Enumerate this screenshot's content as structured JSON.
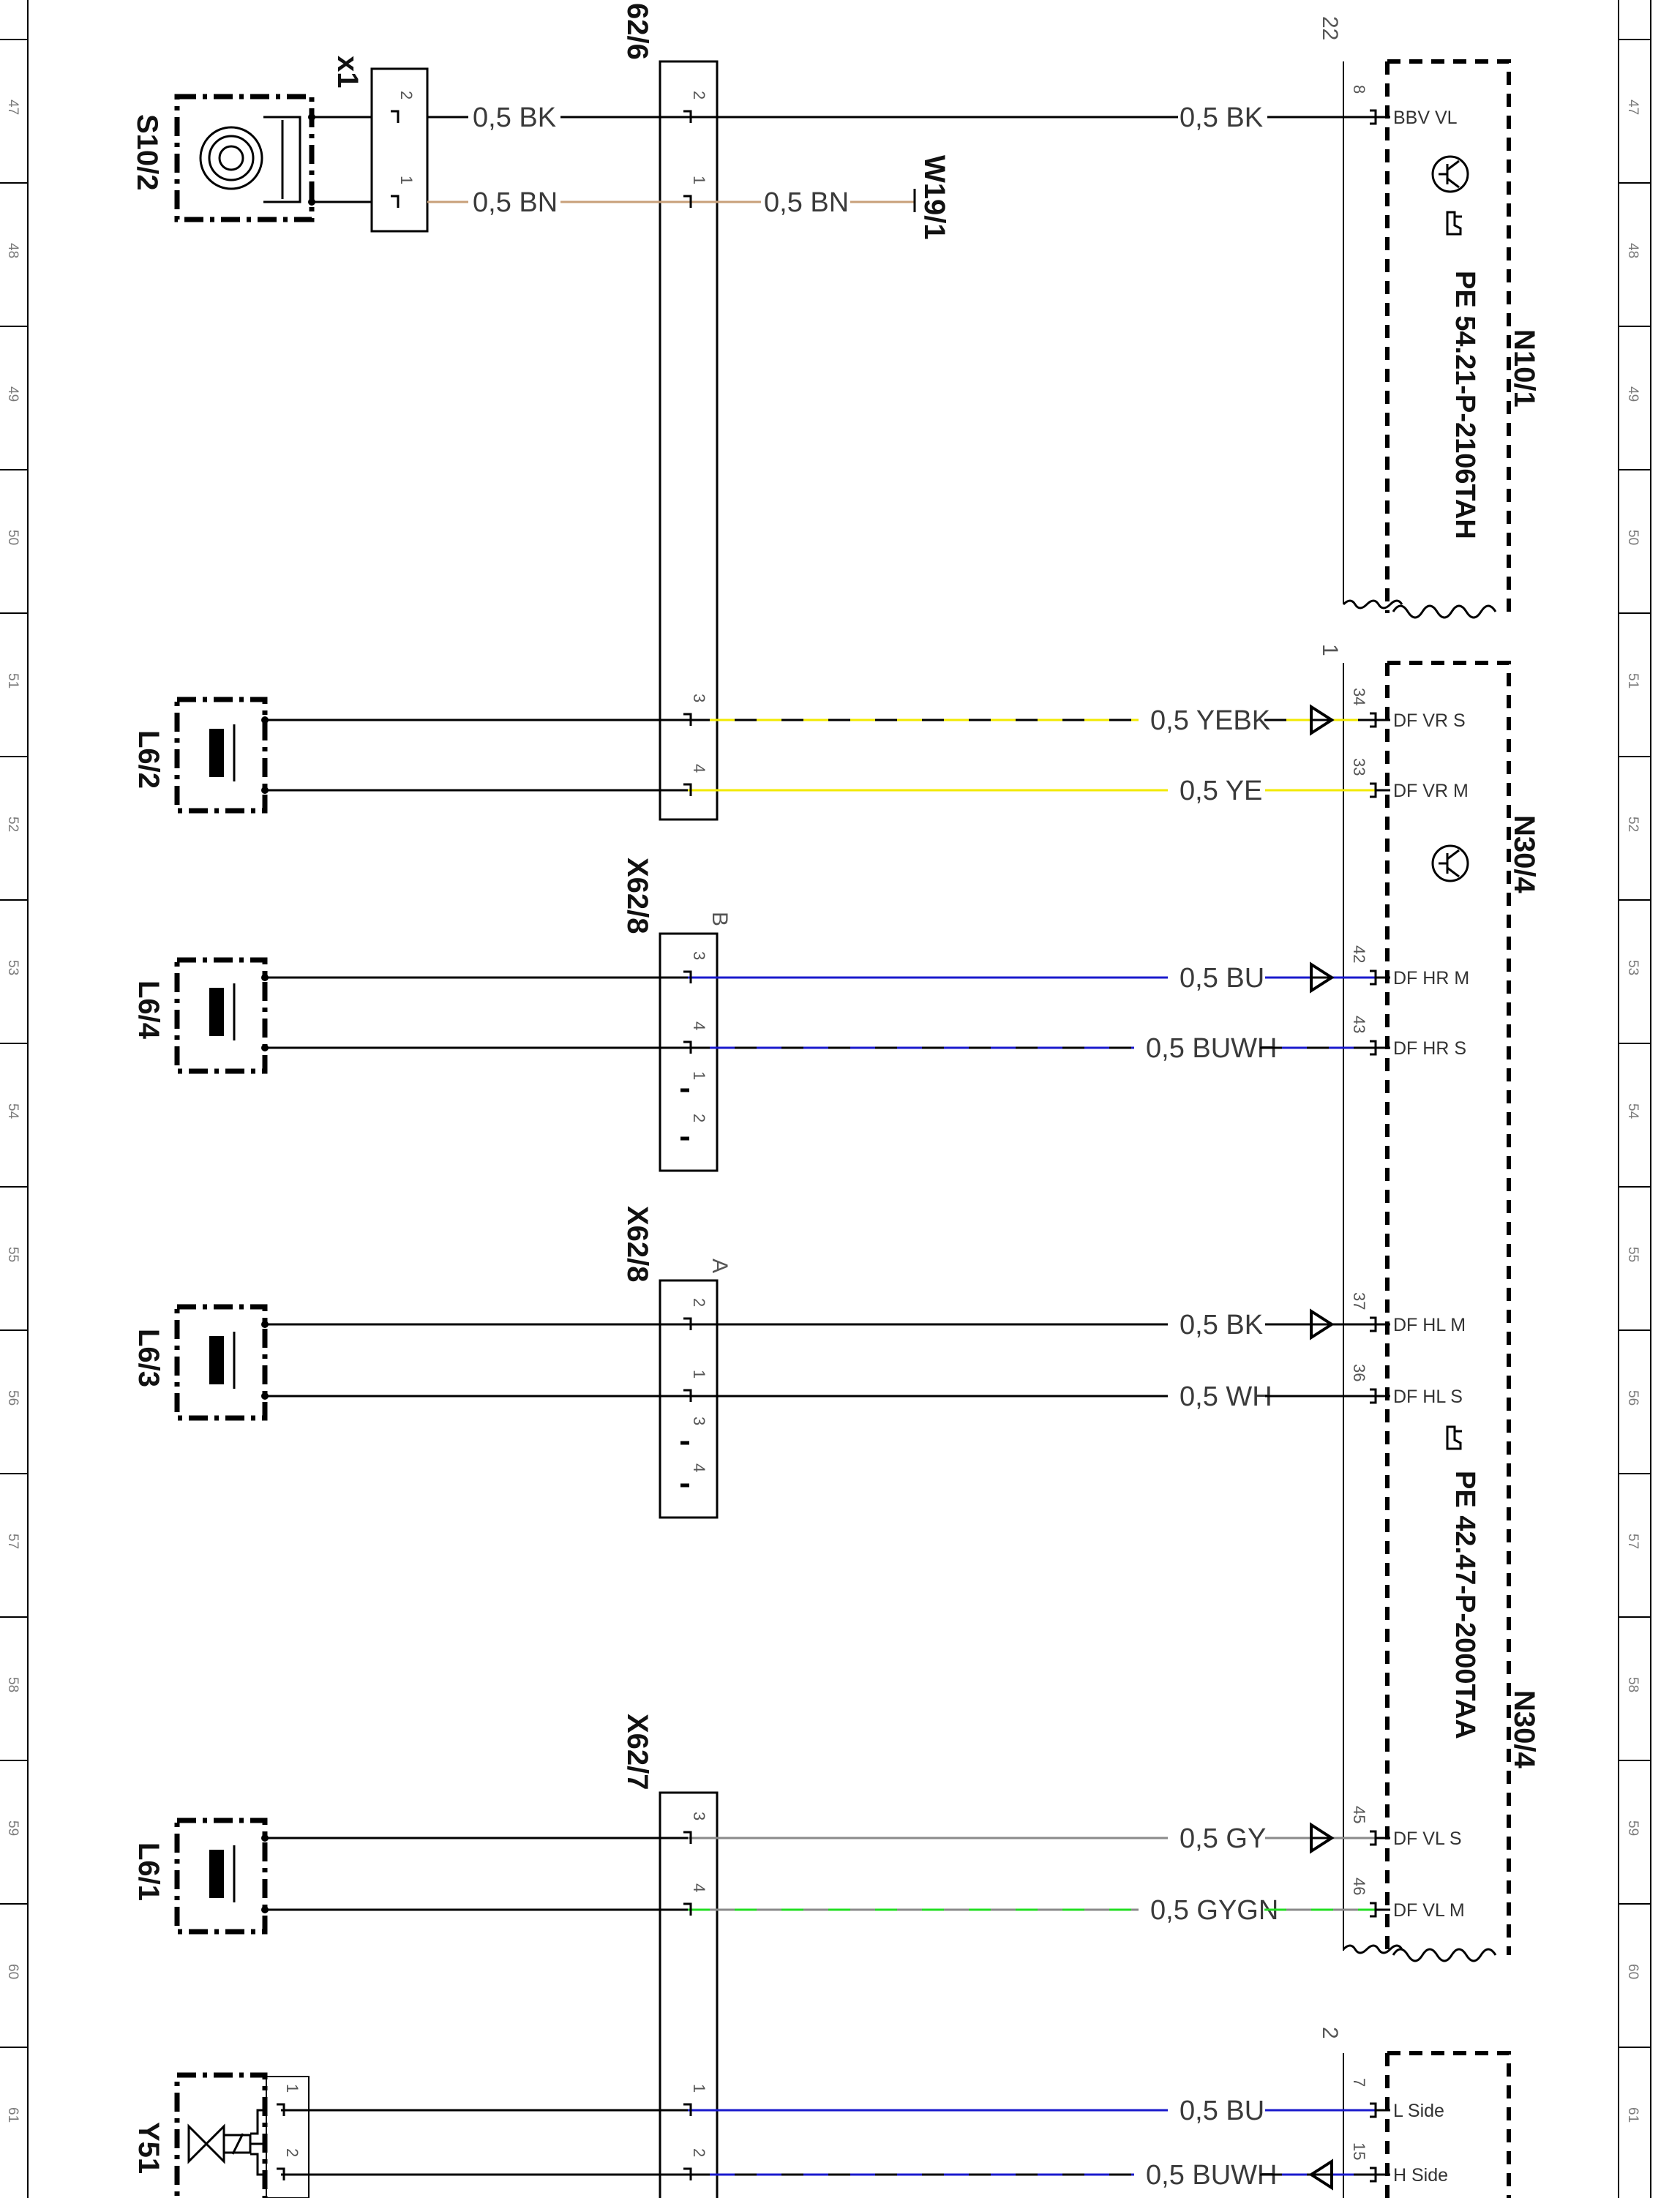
{
  "colors": {
    "BK": "#000000",
    "BN": "#c8a07a",
    "YE": "#f2ea00",
    "BU": "#1a1acc",
    "WH": "#000000",
    "GY": "#8a8a8a",
    "GN": "#22dd22"
  },
  "ruler": {
    "labels": [
      "47",
      "48",
      "49",
      "50",
      "51",
      "52",
      "53",
      "54",
      "55",
      "56",
      "57",
      "58",
      "59",
      "60",
      "61"
    ]
  },
  "components": {
    "s10_2": "S10/2",
    "l6_2": "L6/2",
    "l6_4": "L6/4",
    "l6_3": "L6/3",
    "l6_1": "L6/1",
    "y51": "Y51",
    "w19_1": "W19/1",
    "n10_1": "N10/1",
    "n30_4_a": "N30/4",
    "n30_4_b": "N30/4"
  },
  "pe_refs": {
    "n10_1": "PE 54.21-P-2106TAH",
    "n30_4": "PE 42.47-P-2000TAA"
  },
  "connectors": {
    "x1": {
      "label": "x1",
      "pins": [
        "2",
        "1"
      ]
    },
    "x62_6": {
      "label": "62/6",
      "pins": [
        "2",
        "1",
        "3",
        "4"
      ]
    },
    "x62_8b": {
      "label": "X62/8",
      "suffix": "B",
      "pins": [
        "3",
        "4",
        "1",
        "2"
      ]
    },
    "x62_8a": {
      "label": "X62/8",
      "suffix": "A",
      "pins": [
        "2",
        "1",
        "3",
        "4"
      ]
    },
    "x62_7": {
      "label": "X62/7",
      "pins": [
        "3",
        "4",
        "1",
        "2"
      ]
    },
    "y51_conn": {
      "pins": [
        "1",
        "2"
      ]
    }
  },
  "modules": {
    "n10_1": {
      "connector": "22",
      "pins": [
        "8"
      ],
      "signals": [
        "BBV VL"
      ]
    },
    "n30_4": {
      "connector": "1",
      "pins": [
        "34",
        "33",
        "42",
        "43",
        "37",
        "36",
        "45",
        "46"
      ],
      "signals": [
        "DF VR S",
        "DF VR M",
        "DF HR M",
        "DF HR S",
        "DF HL M",
        "DF HL S",
        "DF VL S",
        "DF VL M"
      ]
    },
    "bottom": {
      "connector": "2",
      "pins": [
        "7",
        "15"
      ],
      "signals": [
        "L Side",
        "H Side"
      ]
    }
  },
  "wires": {
    "w1": {
      "label": "0,5 BK",
      "colors": [
        "BK"
      ]
    },
    "w1b": {
      "label": "0,5 BK",
      "colors": [
        "BK"
      ]
    },
    "w2": {
      "label": "0,5 BN",
      "colors": [
        "BN"
      ]
    },
    "w2b": {
      "label": "0,5 BN",
      "colors": [
        "BN"
      ]
    },
    "w3": {
      "label": "0,5 YEBK",
      "colors": [
        "YE",
        "BK"
      ]
    },
    "w4": {
      "label": "0,5 YE",
      "colors": [
        "YE"
      ]
    },
    "w5": {
      "label": "0,5 BU",
      "colors": [
        "BU"
      ]
    },
    "w6": {
      "label": "0,5 BUWH",
      "colors": [
        "BU",
        "WH"
      ]
    },
    "w7": {
      "label": "0,5 BK",
      "colors": [
        "BK"
      ]
    },
    "w8": {
      "label": "0,5 WH",
      "colors": [
        "WH"
      ]
    },
    "w9": {
      "label": "0,5 GY",
      "colors": [
        "GY"
      ]
    },
    "w10": {
      "label": "0,5 GYGN",
      "colors": [
        "GY",
        "GN"
      ]
    },
    "w11": {
      "label": "0,5 BU",
      "colors": [
        "BU"
      ]
    },
    "w12": {
      "label": "0,5 BUWH",
      "colors": [
        "BU",
        "WH"
      ]
    }
  }
}
